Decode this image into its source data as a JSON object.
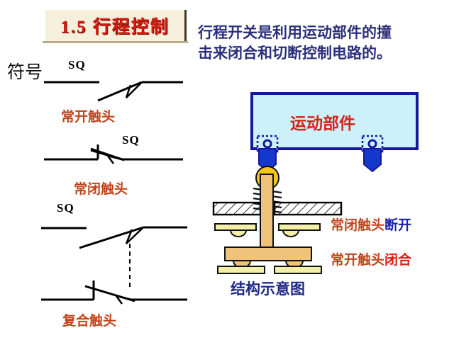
{
  "header": {
    "section_number": "1.5",
    "section_title": "行程控制",
    "title_full": "1.5  行程控制",
    "title_color": "#d41a10",
    "title_bg": "#f6efdc"
  },
  "intro": {
    "line1": "行程开关是利用运动部件的撞",
    "line2": "击来闭合和切断控制电路的。",
    "color": "#2b2f7a"
  },
  "symbols_panel": {
    "panel_label": "符号",
    "items": [
      {
        "id": "no-contact",
        "device_tag": "SQ",
        "caption": "常开触头"
      },
      {
        "id": "nc-contact",
        "device_tag": "SQ",
        "caption": "常闭触头"
      },
      {
        "id": "changeover-contact",
        "device_tag": "SQ",
        "caption": "复合触头"
      }
    ],
    "caption_color": "#c0441b",
    "tag_color": "#000000"
  },
  "structure_panel": {
    "moving_part_label": "运动部件",
    "moving_part_text_color": "#d4241a",
    "moving_part_fill": "#cdf0fb",
    "moving_part_border": "#15189c",
    "striker_color": "#1538cc",
    "roller_color": "#f5c518",
    "linkage_color": "#f0c27a",
    "contact_color": "#f2f0a8",
    "caption": "结构示意图",
    "caption_color": "#1f2a86",
    "annotations": [
      {
        "contact": "常闭触头",
        "state": "断开",
        "state_color": "#1a23b0"
      },
      {
        "contact": "常开触头",
        "state": "闭合",
        "state_color": "#e01b0e"
      }
    ]
  }
}
